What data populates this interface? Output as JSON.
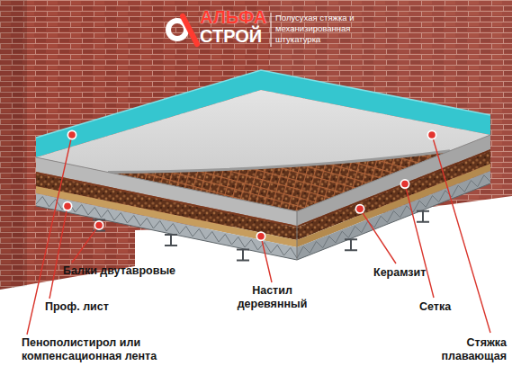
{
  "diagram": {
    "labels": [
      "АЛЬФА",
      "СТРОЙ",
      "Полусухая стяжка и механизированная штукатурка",
      "Балки двутавровые",
      "Проф. лист",
      "Пенополистирол или компенсационная лента",
      "Настил деревянный",
      "Керамзит",
      "Сетка",
      "Стяжка плавающая"
    ]
  }
}
